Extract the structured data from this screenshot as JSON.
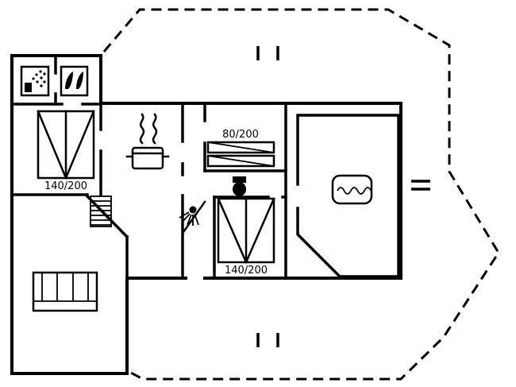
{
  "page": {
    "type": "holiday-house-floor-plan"
  },
  "colors": {
    "background": "#ffffff",
    "line": "#000000"
  },
  "labels": {
    "bedroom1_bed": "140/200",
    "bunk_bed": "80/200",
    "bedroom2_bed": "140/200"
  },
  "icons": [
    {
      "name": "washing-machine-icon"
    },
    {
      "name": "dryer-icon"
    },
    {
      "name": "double-bed-icon"
    },
    {
      "name": "cooking-pot-steam-icon"
    },
    {
      "name": "bunk-bed-icon"
    },
    {
      "name": "toilet-icon"
    },
    {
      "name": "shower-icon"
    },
    {
      "name": "whirlpool-icon"
    },
    {
      "name": "sofa-icon"
    },
    {
      "name": "stairs-icon"
    }
  ]
}
